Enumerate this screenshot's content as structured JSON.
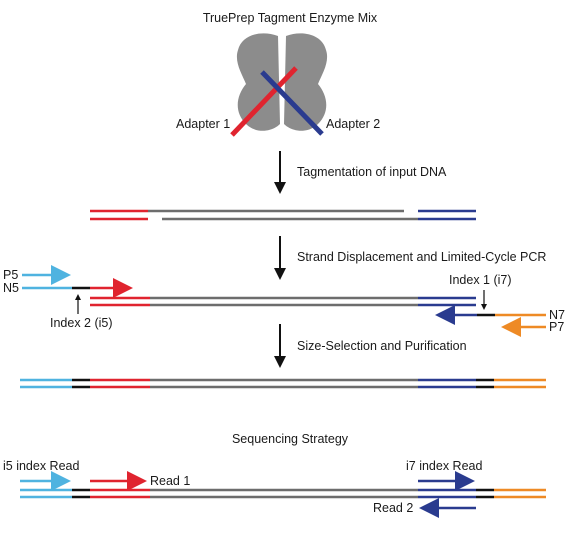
{
  "colors": {
    "grey": "#6d6d6d",
    "red": "#e0242f",
    "blue": "#2a3b8f",
    "cyan": "#4fb3e0",
    "orange": "#ee8a25",
    "black": "#111111",
    "enzyme": "#8c8c8c"
  },
  "labels": {
    "title": "TruePrep Tagment Enzyme Mix",
    "adapter1": "Adapter 1",
    "adapter2": "Adapter 2",
    "step1": "Tagmentation of input DNA",
    "step2": "Strand Displacement and Limited-Cycle PCR",
    "step3": "Size-Selection and Purification",
    "p5": "P5",
    "n5": "N5",
    "index2": "Index 2 (i5)",
    "index1": "Index 1 (i7)",
    "n7": "N7",
    "p7": "P7",
    "seq_title": "Sequencing Strategy",
    "i5_read": "i5 index Read",
    "read1": "Read 1",
    "i7_read": "i7 index Read",
    "read2": "Read 2"
  }
}
